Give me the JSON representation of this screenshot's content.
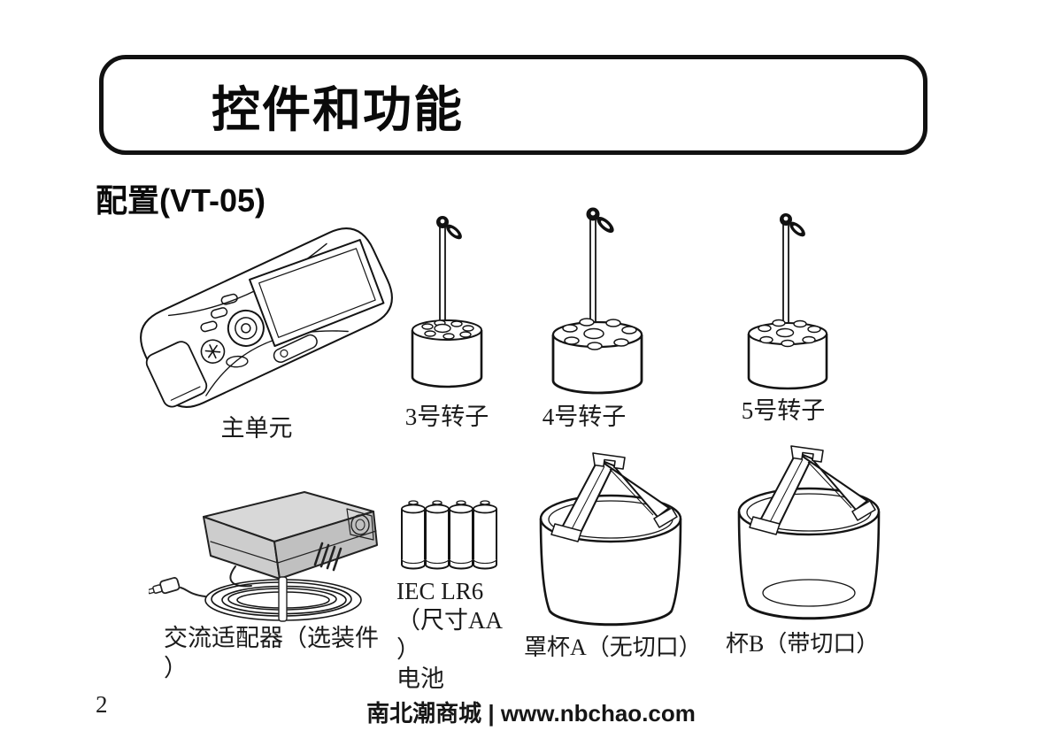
{
  "header": {
    "title": "控件和功能"
  },
  "section": {
    "heading": "配置(VT-05)"
  },
  "items": {
    "main_unit": {
      "label": "主单元"
    },
    "rotor_3": {
      "label": "3号转子"
    },
    "rotor_4": {
      "label": "4号转子"
    },
    "rotor_5": {
      "label": "5号转子"
    },
    "ac_adapter": {
      "lines": [
        "交流适配器（选装件",
        "）"
      ]
    },
    "batteries": {
      "lines": [
        "IEC LR6",
        "（尺寸AA",
        "）",
        "电池"
      ]
    },
    "cup_a": {
      "label": "罩杯A（无切口）"
    },
    "cup_b": {
      "label": "杯B（带切口）"
    }
  },
  "footer": {
    "page_number": "2",
    "site": "南北潮商城 | www.nbchao.com"
  },
  "colors": {
    "ink": "#111111",
    "adapter_gray": "#cfcfcf",
    "adapter_gray_dark": "#bfbfbf",
    "paper": "#ffffff"
  }
}
